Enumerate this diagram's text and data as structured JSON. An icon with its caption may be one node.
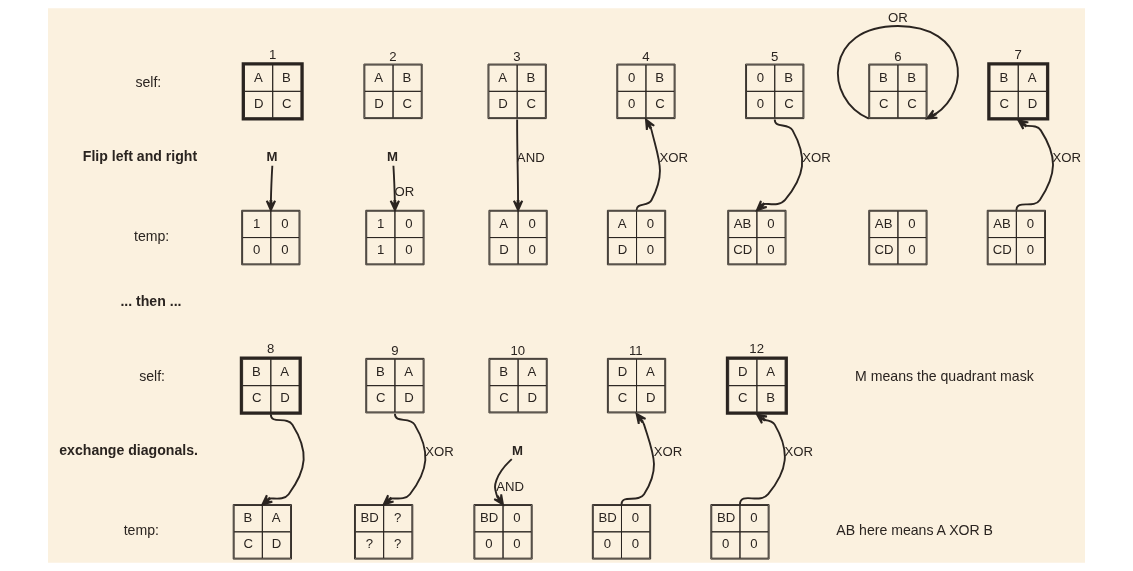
{
  "diagram": {
    "nodes": [
      {
        "text": [
          "A",
          "B",
          "D",
          "C"
        ],
        "beside": [
          "1"
        ]
      },
      {
        "text": [
          "A",
          "B",
          "D",
          "C"
        ],
        "beside": [
          "2"
        ]
      },
      {
        "text": [
          "A",
          "B",
          "D",
          "C"
        ],
        "beside": [
          "3"
        ]
      },
      {
        "text": [
          "0",
          "B",
          "0",
          "C"
        ],
        "beside": [
          "4"
        ]
      },
      {
        "text": [
          "0",
          "B",
          "0",
          "C"
        ],
        "beside": [
          "5"
        ]
      },
      {
        "text": [
          "B",
          "B",
          "C",
          "C"
        ],
        "beside": [
          "6"
        ]
      },
      {
        "text": [
          "B",
          "A",
          "C",
          "D"
        ],
        "beside": [
          "7"
        ]
      },
      {
        "text": [
          "M"
        ]
      },
      {
        "text": [
          "M"
        ]
      },
      {
        "text": [
          "1",
          "0",
          "0",
          "0"
        ]
      },
      {
        "text": [
          "1",
          "0",
          "1",
          "0"
        ]
      },
      {
        "text": [
          "A",
          "0",
          "D",
          "0"
        ]
      },
      {
        "text": [
          "A",
          "0",
          "D",
          "0"
        ]
      },
      {
        "text": [
          "AB",
          "0",
          "CD",
          "0"
        ]
      },
      {
        "text": [
          "AB",
          "0",
          "CD",
          "0"
        ]
      },
      {
        "text": [
          "AB",
          "0",
          "CD",
          "0"
        ]
      },
      {
        "text": [
          "B",
          "A",
          "C",
          "D"
        ],
        "beside": [
          "8"
        ]
      },
      {
        "text": [
          "B",
          "A",
          "C",
          "D"
        ],
        "beside": [
          "9"
        ]
      },
      {
        "text": [
          "B",
          "A",
          "C",
          "D"
        ],
        "beside": [
          "10"
        ]
      },
      {
        "text": [
          "D",
          "A",
          "C",
          "D"
        ],
        "beside": [
          "11"
        ]
      },
      {
        "text": [
          "D",
          "A",
          "C",
          "B"
        ],
        "beside": [
          "12"
        ]
      },
      {
        "text": [
          "M"
        ]
      },
      {
        "text": [
          "B",
          "A",
          "C",
          "D"
        ]
      },
      {
        "text": [
          "BD",
          "?",
          "?",
          "?"
        ]
      },
      {
        "text": [
          "BD",
          "0",
          "0",
          "0"
        ]
      },
      {
        "text": [
          "BD",
          "0",
          "0",
          "0"
        ]
      },
      {
        "text": [
          "BD",
          "0",
          "0",
          "0"
        ]
      }
    ],
    "edges": [
      {
        "from": 7,
        "to": 9,
        "arrow": "to"
      },
      {
        "from": 8,
        "to": 10,
        "arrow": "to",
        "label": "OR"
      },
      {
        "from": 2,
        "to": 11,
        "arrow": "to",
        "label": "AND"
      },
      {
        "from": 12,
        "to": 3,
        "arrow": "to",
        "label": "XOR"
      },
      {
        "from": 4,
        "to": 13,
        "arrow": "to",
        "label": "XOR"
      },
      {
        "from": 5,
        "to": 5,
        "arrow": "to",
        "label": "OR"
      },
      {
        "from": 15,
        "to": 6,
        "arrow": "to",
        "label": "XOR"
      },
      {
        "from": 16,
        "to": 22,
        "arrow": "to"
      },
      {
        "from": 17,
        "to": 23,
        "arrow": "to",
        "label": "XOR"
      },
      {
        "from": 21,
        "to": 24,
        "arrow": "to",
        "label": "AND"
      },
      {
        "from": 25,
        "to": 19,
        "arrow": "to",
        "label": "XOR"
      },
      {
        "from": 26,
        "to": 20,
        "arrow": "to",
        "label": "XOR"
      }
    ],
    "labels": [
      "self:",
      "Flip left and right",
      "temp:",
      "... then ...",
      "self:",
      "exchange diagonals.",
      "temp:",
      "M means the quadrant mask",
      "AB here means A XOR B"
    ]
  }
}
